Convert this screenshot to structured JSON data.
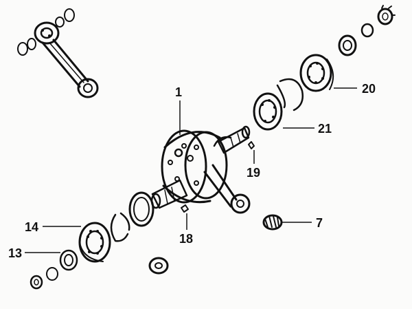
{
  "labels": {
    "l1": "1",
    "l7": "7",
    "l13": "13",
    "l14": "14",
    "l18": "18",
    "l19": "19",
    "l20": "20",
    "l21": "21"
  }
}
